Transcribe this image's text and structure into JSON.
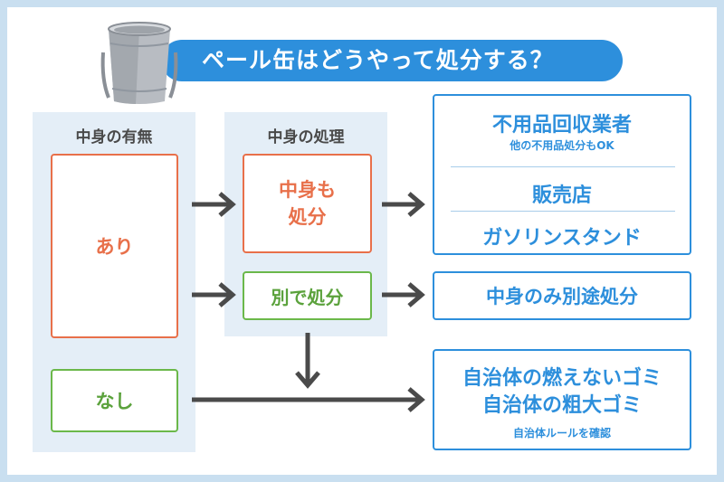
{
  "title": "ペール缶はどうやって処分する？",
  "columns": {
    "contents_presence": "中身の有無",
    "contents_treatment": "中身の処理"
  },
  "presence": {
    "yes": "あり",
    "no": "なし"
  },
  "treatment": {
    "dispose_with": "中身も\n処分",
    "separately": "別で処分"
  },
  "destinations": {
    "junk_collector": "不用品回収業者",
    "junk_collector_note": "他の不用品処分もOK",
    "store": "販売店",
    "gas_station": "ガソリンスタンド",
    "separate_only": "中身のみ別途処分",
    "burnable": "自治体の燃えないゴミ",
    "oversized": "自治体の粗大ゴミ",
    "rule_note": "自治体ルールを確認"
  },
  "colors": {
    "blue": "#2d8fdc",
    "orange": "#e8704a",
    "green": "#6bb84a",
    "panel": "#e4eef7",
    "frame": "#c9dff0",
    "arrow": "#4a4a4a"
  },
  "icons": [
    "paint-bucket-icon"
  ]
}
